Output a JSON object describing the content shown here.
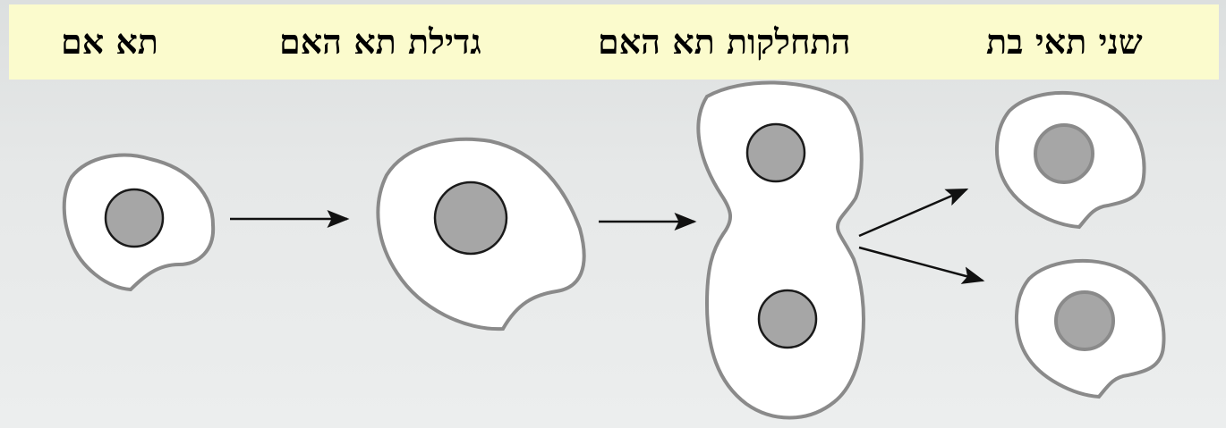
{
  "header": {
    "background_color": "#fbfbcd",
    "stages": [
      {
        "label": "תא אם"
      },
      {
        "label": "גדילת תא האם"
      },
      {
        "label": "התחלקות תא האם"
      },
      {
        "label": "שני תאי בת"
      }
    ]
  },
  "colors": {
    "cell_fill": "#ffffff",
    "cell_outline": "#8a8a8a",
    "nucleus_fill": "#a6a6a6",
    "arrow": "#111111"
  }
}
